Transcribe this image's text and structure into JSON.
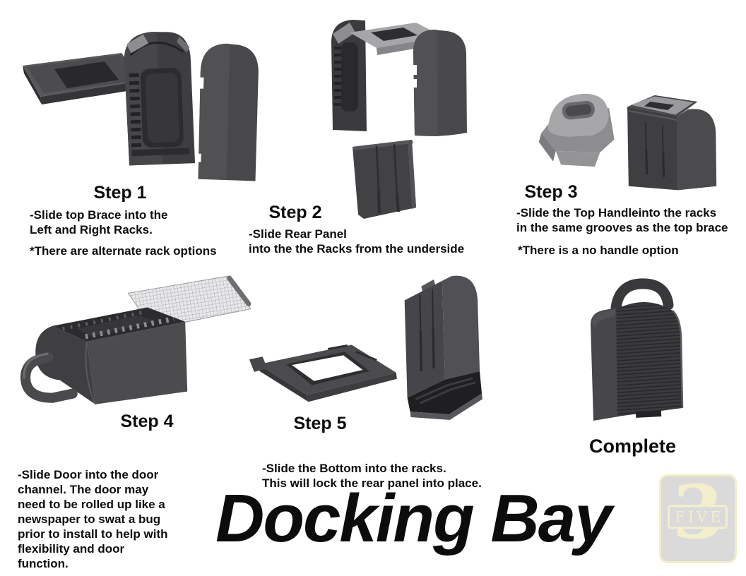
{
  "title": "Docking Bay",
  "steps": [
    {
      "label": "Step 1",
      "instructions": [
        "-Slide top Brace into the",
        "Left and Right Racks."
      ],
      "note": "*There are alternate rack options"
    },
    {
      "label": "Step 2",
      "instructions": [
        "-Slide Rear Panel",
        "into the the Racks from the underside"
      ]
    },
    {
      "label": "Step 3",
      "instructions": [
        "-Slide the Top Handleinto the racks",
        "in the same grooves as the top brace"
      ],
      "note": "*There is a no handle option"
    },
    {
      "label": "Step 4",
      "instructions": [
        "-Slide Door into the door",
        "channel. The door may",
        "need to be rolled up like a",
        "newspaper to swat a bug",
        "prior to install to help with",
        "flexibility and door",
        "function."
      ]
    },
    {
      "label": "Step 5",
      "instructions": [
        "-Slide the Bottom into the racks.",
        "This will lock the rear panel into place."
      ]
    }
  ],
  "complete_label": "Complete",
  "logo": {
    "numeral": "3",
    "word": "FIVE"
  },
  "colors": {
    "part_dark": "#454548",
    "part_mid": "#3a3a3d",
    "part_shadow": "#2b2b2e",
    "part_light": "#9b9b9e",
    "logo_cream": "#f2edc6",
    "logo_gray": "#dadada",
    "text": "#0c0c0c"
  }
}
